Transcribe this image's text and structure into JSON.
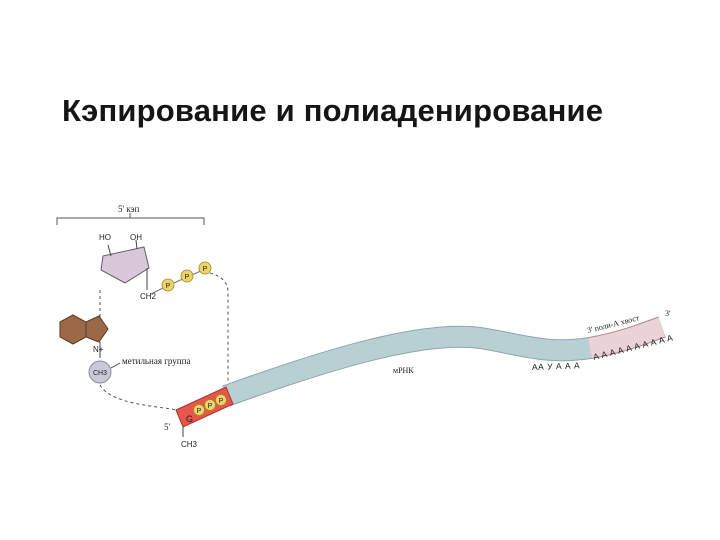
{
  "slide": {
    "title": "Кэпирование и полиаденирование"
  },
  "diagram": {
    "cap_label": "5' кэп",
    "ribose_ho": "HO",
    "ribose_oh": "OH",
    "ribose_ch2": "CH2",
    "phosphate": "P",
    "base_n_plus": "N+",
    "methyl_group_node": "CH3",
    "methyl_group_label": "метильная группа",
    "guanosine": "G",
    "five_prime": "5'",
    "cap_methyl": "CH3",
    "mrna_label": "мРНК",
    "three_prime": "3'",
    "polya_tail_label": "3' поли-А хвост",
    "mrna_sequence": "АА У А А А",
    "polya_sequence": "А А А А А А А А А А"
  },
  "colors": {
    "mrna_strand": "#b8cfd3",
    "cap_segment": "#e8554a",
    "phosphate_fill": "#ecd46a",
    "ribose_fill": "#d9c8da",
    "base_fill": "#9c6948",
    "methyl_fill": "#c9cad8",
    "polya_fill": "#ead3d7"
  }
}
